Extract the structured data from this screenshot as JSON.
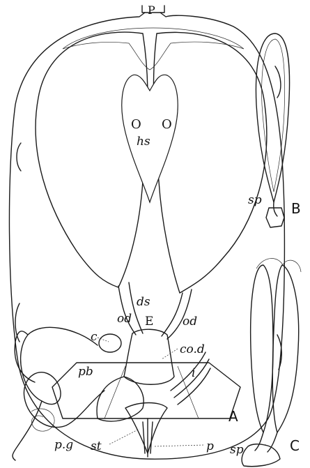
{
  "figure": {
    "label_P": "P",
    "label_O_left": "O",
    "label_O_right": "O",
    "label_hs": "hs",
    "label_ds": "ds",
    "label_E": "E",
    "label_od_left": "od",
    "label_od_right": "od",
    "label_c": "c",
    "label_cod": "co.d",
    "label_pb": "pb",
    "label_i": "i",
    "label_pg": "p.g",
    "label_st": "st",
    "label_p": "p",
    "label_A": "A",
    "label_B": "B",
    "label_C": "C",
    "label_sp_B": "sp",
    "label_sp_C": "sp"
  }
}
